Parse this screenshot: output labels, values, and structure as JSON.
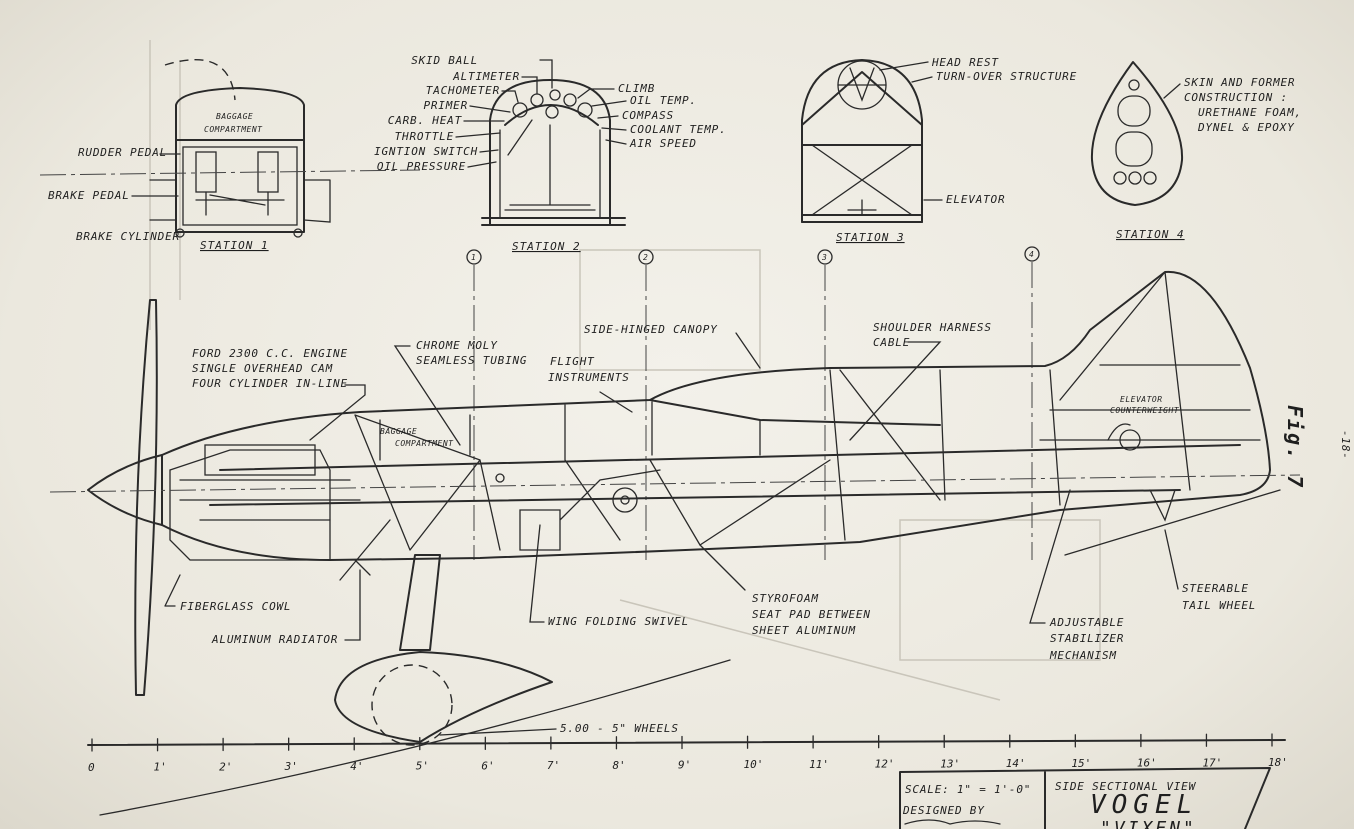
{
  "stations": {
    "s1": {
      "title": "STATION 1",
      "baggage": "BAGGAGE",
      "compartment": "COMPARTMENT",
      "rudder": "RUDDER PEDAL",
      "brake_pedal": "BRAKE PEDAL",
      "brake_cyl": "BRAKE CYLINDER"
    },
    "s2": {
      "title": "STATION 2",
      "labels": [
        "SKID BALL",
        "ALTIMETER",
        "TACHOMETER",
        "PRIMER",
        "CARB. HEAT",
        "THROTTLE",
        "IGNTION SWITCH",
        "OIL PRESSURE",
        "CLIMB",
        "OIL TEMP.",
        "COMPASS",
        "COOLANT TEMP.",
        "AIR SPEED"
      ]
    },
    "s3": {
      "title": "STATION 3",
      "head_rest": "HEAD REST",
      "turnover": "TURN-OVER STRUCTURE",
      "elevator": "ELEVATOR"
    },
    "s4": {
      "title": "STATION 4",
      "skin1": "SKIN AND FORMER",
      "skin2": "CONSTRUCTION :",
      "skin3": "URETHANE FOAM,",
      "skin4": "DYNEL & EPOXY"
    }
  },
  "markers": [
    "1",
    "2",
    "3",
    "4"
  ],
  "side": {
    "engine1": "FORD 2300 C.C. ENGINE",
    "engine2": "SINGLE OVERHEAD CAM",
    "engine3": "FOUR CYLINDER IN-LINE",
    "chrome1": "CHROME MOLY",
    "chrome2": "SEAMLESS TUBING",
    "canopy": "SIDE-HINGED CANOPY",
    "flight1": "FLIGHT",
    "flight2": "INSTRUMENTS",
    "harness1": "SHOULDER HARNESS",
    "harness2": "CABLE",
    "bag1": "BAGGAGE",
    "bag2": "COMPARTMENT",
    "elev1": "ELEVATOR",
    "elev2": "COUNTERWEIGHT",
    "fig": "Fig. 7",
    "cowl": "FIBERGLASS COWL",
    "radiator": "ALUMINUM RADIATOR",
    "swivel": "WING FOLDING SWIVEL",
    "styro1": "STYROFOAM",
    "styro2": "SEAT PAD BETWEEN",
    "styro3": "SHEET ALUMINUM",
    "adj1": "ADJUSTABLE",
    "adj2": "STABILIZER",
    "adj3": "MECHANISM",
    "tail1": "STEERABLE",
    "tail2": "TAIL WHEEL",
    "wheels": "5.00 - 5\" WHEELS"
  },
  "scale_ticks": [
    "0",
    "1'",
    "2'",
    "3'",
    "4'",
    "5'",
    "6'",
    "7'",
    "8'",
    "9'",
    "10'",
    "11'",
    "12'",
    "13'",
    "14'",
    "15'",
    "16'",
    "17'",
    "18'"
  ],
  "title_block": {
    "scale": "SCALE: 1\" = 1'-0\"",
    "designed": "DESIGNED BY",
    "view": "SIDE SECTIONAL VIEW",
    "name": "VOGEL",
    "sub": "\"VIXEN\""
  },
  "page_mark": "-18-"
}
